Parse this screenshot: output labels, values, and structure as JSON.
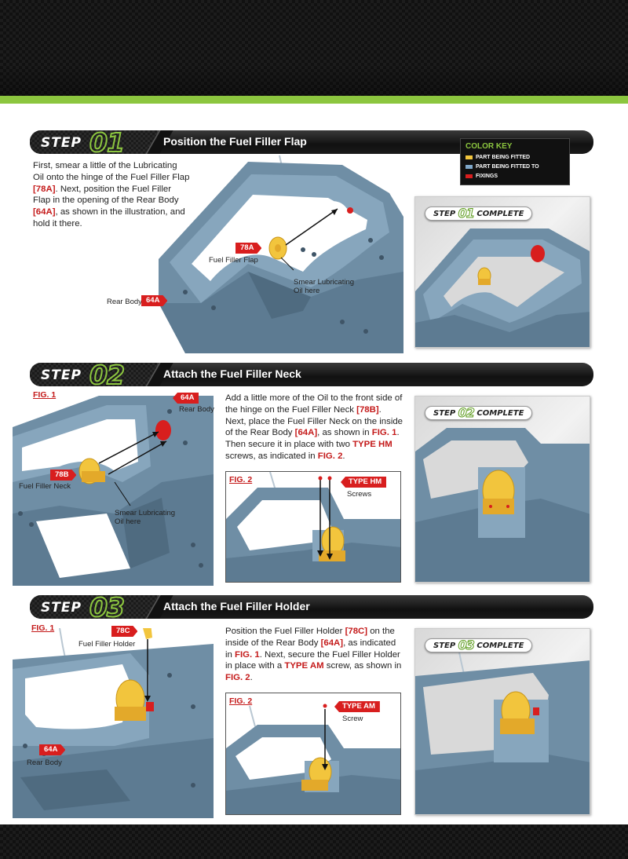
{
  "color_key": {
    "title": "COLOR KEY",
    "items": [
      {
        "label": "PART BEING FITTED",
        "color": "#f2c53d"
      },
      {
        "label": "PART BEING FITTED TO",
        "color": "#7fa7c9"
      },
      {
        "label": "FIXINGS",
        "color": "#d81e1e"
      }
    ]
  },
  "step_word": "STEP",
  "complete_word": "COMPLETE",
  "steps": [
    {
      "number": "01",
      "title": "Position the Fuel Filler Flap",
      "text": {
        "p1": "First, smear a little of the Lubricating Oil onto the hinge of the Fuel Filler Flap ",
        "r1": "[78A]",
        "p2": ". Next, position the Fuel Filler Flap in the opening of the Rear Body ",
        "r2": "[64A]",
        "p3": ", as shown in the illustration, and hold it there."
      },
      "labels": {
        "part_code": "78A",
        "part_name": "Fuel Filler Flap",
        "smear": "Smear Lubricating Oil here",
        "body_name": "Rear Body",
        "body_code": "64A"
      }
    },
    {
      "number": "02",
      "title": "Attach the Fuel Filler Neck",
      "text": {
        "p1": "Add a little more of the Oil to the front side of the hinge on the Fuel Filler Neck ",
        "r1": "[78B]",
        "p2": ". Next, place the Fuel Filler Neck on the inside of the Rear Body ",
        "r2": "[64A]",
        "p3": ", as shown in ",
        "r3": "FIG. 1",
        "p4": ". Then secure it in place with two ",
        "r4": "TYPE HM",
        "p5": " screws, as indicated in ",
        "r5": "FIG. 2",
        "p6": "."
      },
      "labels": {
        "fig1": "FIG. 1",
        "fig2": "FIG. 2",
        "body_code": "64A",
        "body_name": "Rear Body",
        "part_code": "78B",
        "part_name": "Fuel Filler Neck",
        "smear": "Smear Lubricating Oil here",
        "screw_type": "TYPE HM",
        "screw_name": "Screws"
      }
    },
    {
      "number": "03",
      "title": "Attach the Fuel Filler Holder",
      "text": {
        "p1": "Position the Fuel Filler Holder ",
        "r1": "[78C]",
        "p2": " on the inside of the Rear Body ",
        "r2": "[64A]",
        "p3": ", as indicated in ",
        "r3": "FIG. 1",
        "p4": ". Next, secure the Fuel Filler Holder in place with a ",
        "r4": "TYPE AM",
        "p5": " screw, as shown in ",
        "r5": "FIG. 2",
        "p6": "."
      },
      "labels": {
        "fig1": "FIG. 1",
        "fig2": "FIG. 2",
        "part_code": "78C",
        "part_name": "Fuel Filler Holder",
        "body_code": "64A",
        "body_name": "Rear Body",
        "screw_type": "TYPE AM",
        "screw_name": "Screw"
      }
    }
  ]
}
